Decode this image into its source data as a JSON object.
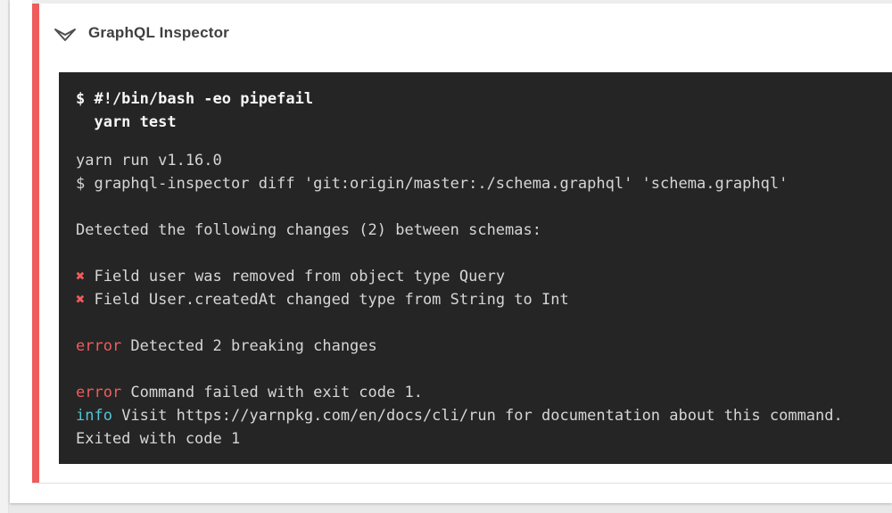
{
  "card": {
    "title": "GraphQL Inspector",
    "accent_color": "#ee5c5c",
    "chevron_icon": "collapse-chevron"
  },
  "terminal": {
    "bg": "#252525",
    "colors": {
      "default": "#d6d6d6",
      "command": "#f7f7f7",
      "red": "#ef5c5c",
      "cyan": "#56c4d8"
    },
    "command_lines": [
      "$ #!/bin/bash -eo pipefail",
      "  yarn test"
    ],
    "output_lines": [
      [
        {
          "text": "yarn run v1.16.0"
        }
      ],
      [
        {
          "text": "$ graphql-inspector diff 'git:origin/master:./schema.graphql' 'schema.graphql'"
        }
      ],
      [],
      [
        {
          "text": "Detected the following changes (2) between schemas:"
        }
      ],
      [],
      [
        {
          "text": "✖",
          "color": "red"
        },
        {
          "text": " Field user was removed from object type Query"
        }
      ],
      [
        {
          "text": "✖",
          "color": "red"
        },
        {
          "text": " Field User.createdAt changed type from String to Int"
        }
      ],
      [],
      [
        {
          "text": "error",
          "color": "red"
        },
        {
          "text": " Detected 2 breaking changes"
        }
      ],
      [],
      [
        {
          "text": "error",
          "color": "red"
        },
        {
          "text": " Command failed with exit code 1."
        }
      ],
      [
        {
          "text": "info",
          "color": "cyan"
        },
        {
          "text": " Visit https://yarnpkg.com/en/docs/cli/run for documentation about this command."
        }
      ],
      [
        {
          "text": "Exited with code 1"
        }
      ]
    ]
  }
}
